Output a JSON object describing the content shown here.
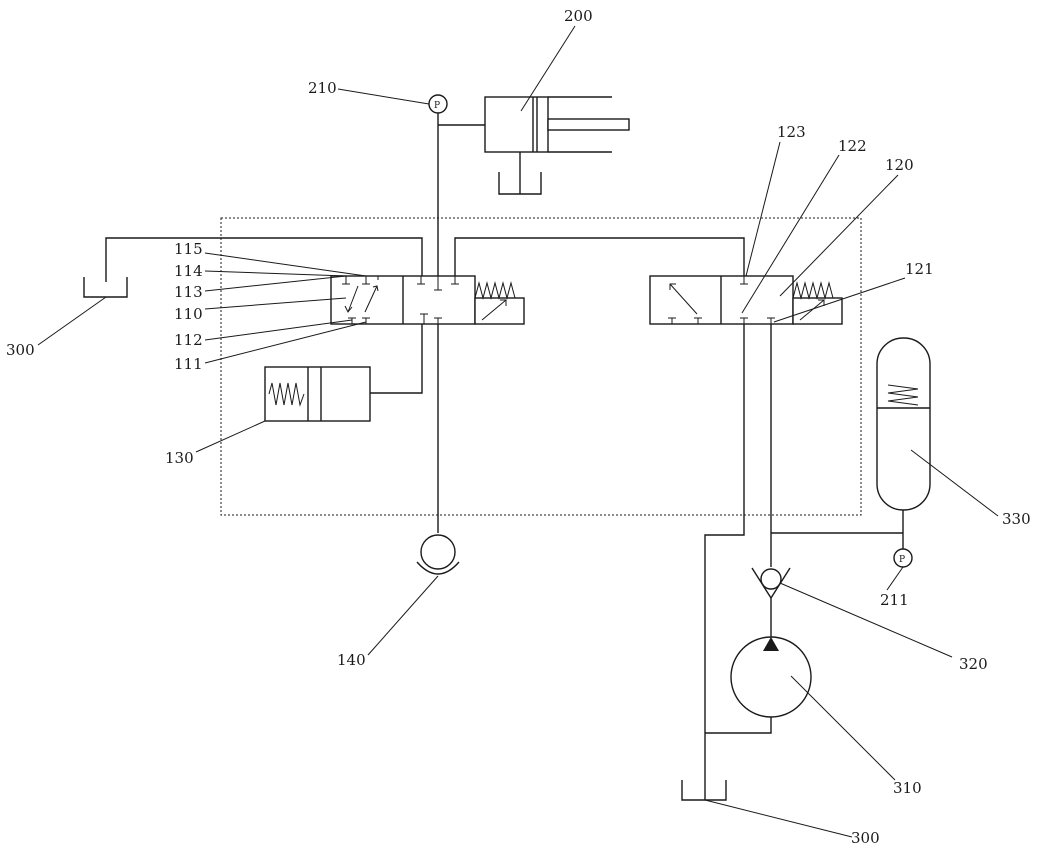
{
  "labels": {
    "l200": "200",
    "l210": "210",
    "l123": "123",
    "l122": "122",
    "l120": "120",
    "l121": "121",
    "l115": "115",
    "l114": "114",
    "l113": "113",
    "l110": "110",
    "l112": "112",
    "l111": "111",
    "l300_left": "300",
    "l130": "130",
    "l330": "330",
    "l211": "211",
    "l140": "140",
    "l320": "320",
    "l310": "310",
    "l300_bottom": "300",
    "gauge_symbol": "P"
  }
}
